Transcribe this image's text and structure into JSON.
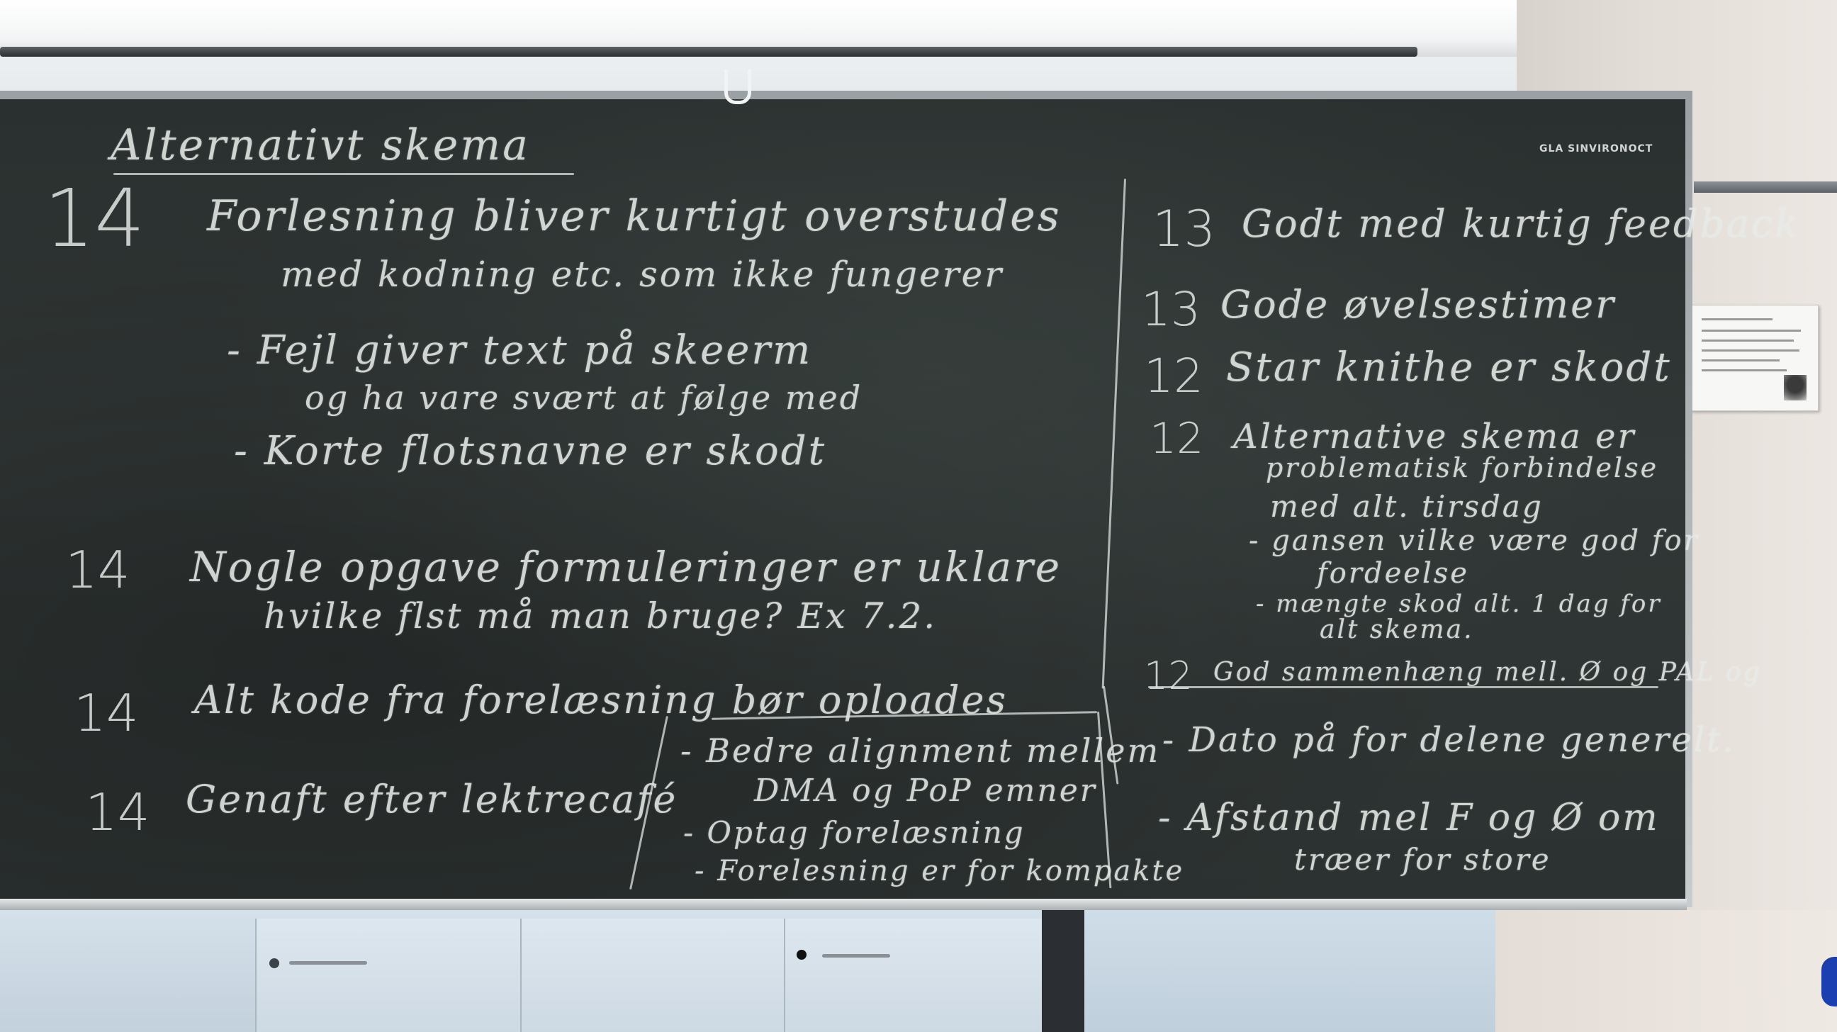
{
  "board": {
    "title": "Alternativt skema",
    "brand": "GLA SINVIRONOCT",
    "left_column": [
      {
        "score": "14",
        "lines": [
          "Forlesning bliver kurtigt overstudes",
          "med kodning etc. som ikke fungerer"
        ]
      },
      {
        "score": "",
        "lines": [
          "- Fejl giver text på skeerm",
          "og ha vare svært at følge med",
          "- Korte flotsnavne er skodt"
        ]
      },
      {
        "score": "14",
        "lines": [
          "Nogle opgave formuleringer er uklare",
          "hvilke flst må man bruge?   Ex  7.2."
        ]
      },
      {
        "score": "14",
        "lines": [
          "Alt kode fra forelæsning bør oploades"
        ]
      },
      {
        "score": "14",
        "lines": [
          "Genaft efter lektrecafé"
        ]
      }
    ],
    "box_items": [
      "- Bedre alignment mellem",
      "DMA og PoP emner",
      "- Optag forelæsning",
      "- Forelesning er for kompakte"
    ],
    "right_column": [
      {
        "score": "13",
        "lines": [
          "Godt med kurtig feedback"
        ]
      },
      {
        "score": "13",
        "lines": [
          "Gode øvelsestimer"
        ]
      },
      {
        "score": "12",
        "lines": [
          "Star knithe er skodt"
        ]
      },
      {
        "score": "12",
        "lines": [
          "Alternative skema er",
          "problematisk forbindelse",
          "med alt. tirsdag",
          "- gansen vilke være god for",
          "fordeelse",
          "- mængte skod alt. 1 dag for",
          "alt skema."
        ]
      },
      {
        "score": "12",
        "lines": [
          "God sammenhæng mell. Ø og PAL og"
        ]
      },
      {
        "score": "",
        "lines": [
          "- Dato på for delene generelt."
        ]
      },
      {
        "score": "",
        "lines": [
          "- Afstand mel F og Ø om",
          "træer for store"
        ]
      }
    ]
  },
  "colors": {
    "chalkboard": "#2f3534",
    "chalk": "#e7ebe8",
    "wall": "#e3ddd7"
  }
}
